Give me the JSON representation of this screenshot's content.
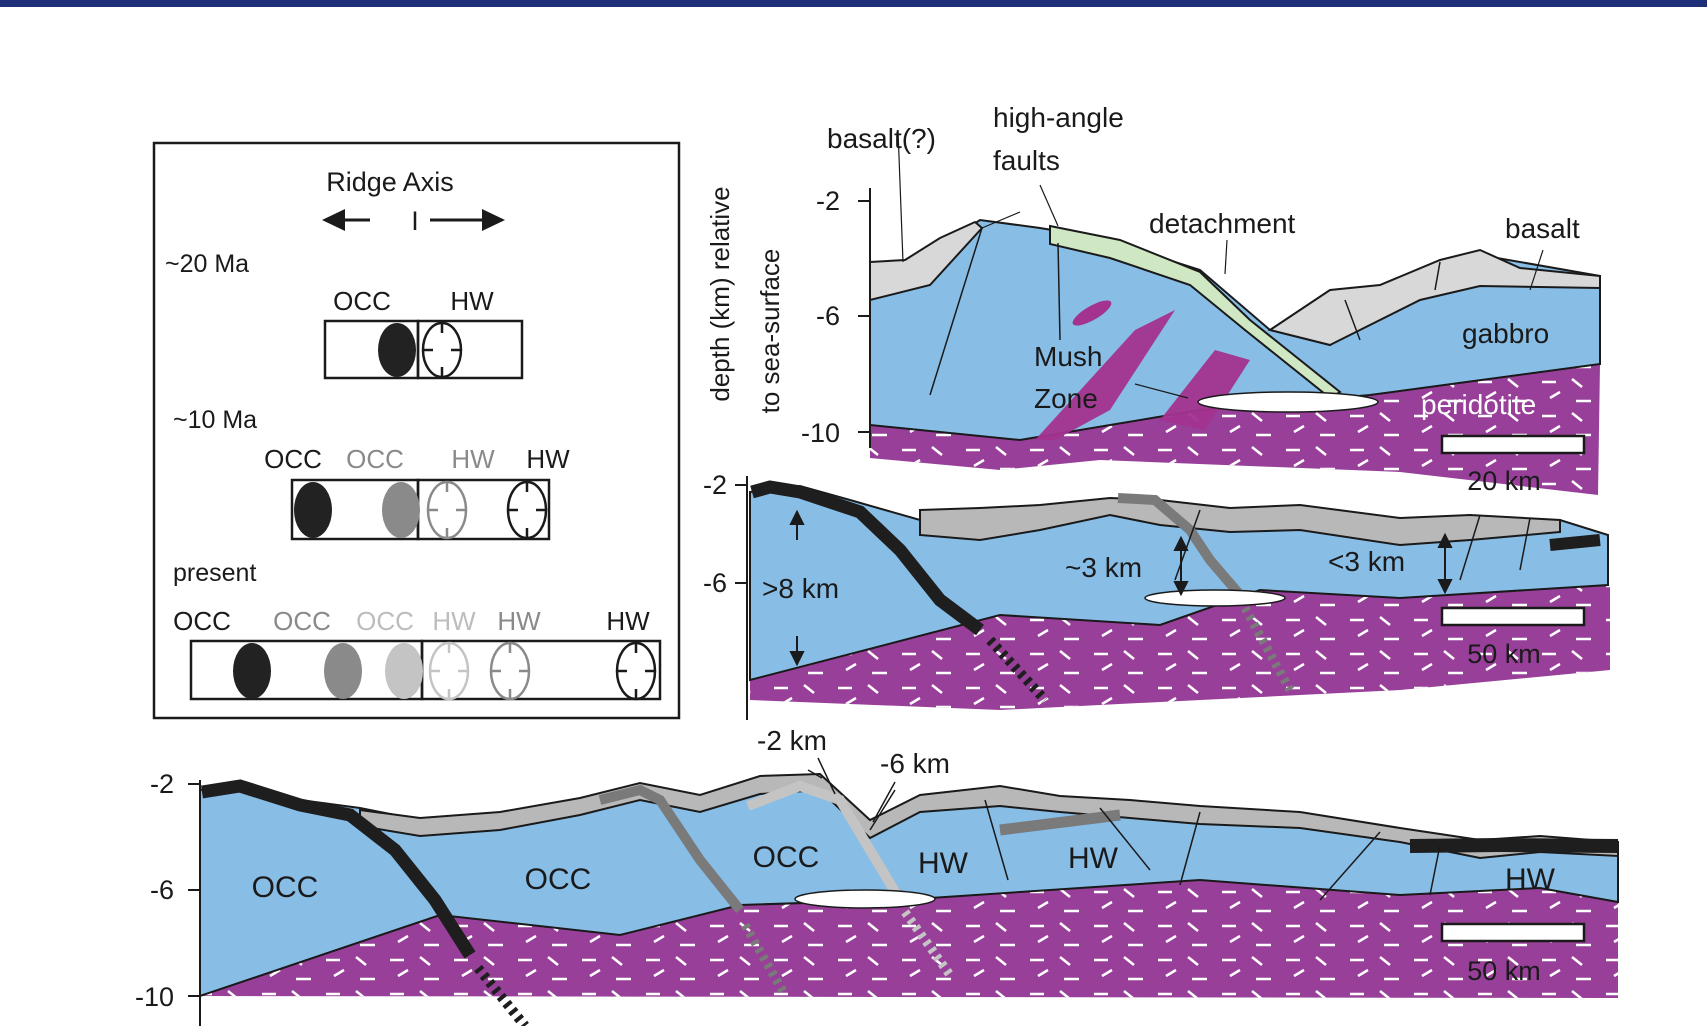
{
  "colors": {
    "header_rule": "#1f2f7a",
    "gabbro": "#88bde6",
    "peridotite": "#983f99",
    "basalt": "#d8d8d8",
    "mush": "#a3338f",
    "detachment_zone": "#cfe8c3",
    "fault_black": "#1e1e1e",
    "fault_dark_gray": "#7a7a7a",
    "fault_light_gray": "#c4c4c4",
    "melt_lens": "#ffffff"
  },
  "legend": {
    "title": "Ridge Axis",
    "axis_marker": "I",
    "rows": [
      {
        "age": "~20 Ma",
        "labels": [
          "OCC",
          "HW"
        ]
      },
      {
        "age": "~10 Ma",
        "labels": [
          "OCC",
          "OCC",
          "HW",
          "HW"
        ]
      },
      {
        "age": "present",
        "labels": [
          "OCC",
          "OCC",
          "OCC",
          "HW",
          "HW",
          "HW"
        ]
      }
    ]
  },
  "panel_top": {
    "axis_title_line1": "depth (km) relative",
    "axis_title_line2": "to sea-surface",
    "ticks": [
      "-2",
      "-6",
      "-10"
    ],
    "labels": {
      "basalt_q": "basalt(?)",
      "high_angle_1": "high-angle",
      "high_angle_2": "faults",
      "detachment": "detachment",
      "basalt": "basalt",
      "gabbro": "gabbro",
      "mush_1": "Mush",
      "mush_2": "Zone",
      "peridotite": "peridotite"
    },
    "scale": "20 km"
  },
  "panel_mid": {
    "ticks": [
      "-2",
      "-6"
    ],
    "labels": {
      "thick": ">8 km",
      "mid": "~3 km",
      "thin": "<3 km"
    },
    "scale": "50 km"
  },
  "panel_bottom": {
    "ticks": [
      "-2",
      "-6",
      "-10"
    ],
    "depth_a": "-2 km",
    "depth_b": "-6 km",
    "units": [
      "OCC",
      "OCC",
      "OCC",
      "HW",
      "HW",
      "HW"
    ],
    "scale": "50 km"
  }
}
